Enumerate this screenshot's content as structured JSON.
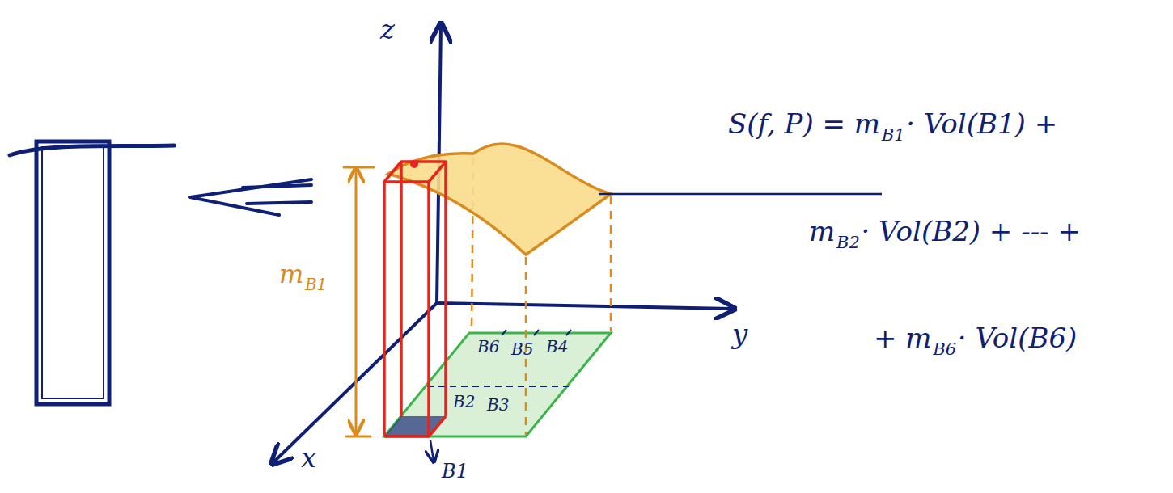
{
  "diagram": {
    "labels": [
      "z",
      "y",
      "x",
      "m",
      "B1",
      "B6",
      "B5",
      "B4",
      "B2",
      "B3",
      "B1",
      "S(f, P) = m",
      "B1",
      "· Vol(B1) +",
      "m",
      "B2",
      "· Vol(B2) + --- +",
      "+ m",
      "B6",
      "· Vol(B6)"
    ]
  }
}
